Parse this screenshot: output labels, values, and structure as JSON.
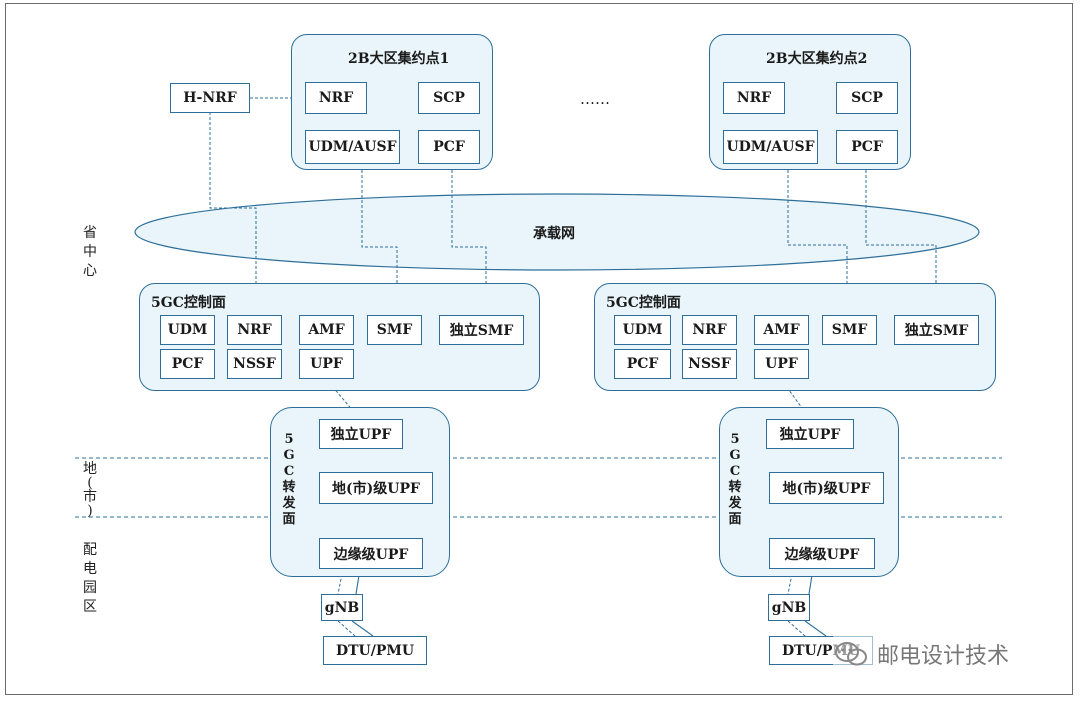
{
  "hubs": [
    {
      "title": "2B大区集约点1",
      "nrf": "NRF",
      "scp": "SCP",
      "udm": "UDM/AUSF",
      "pcf": "PCF"
    },
    {
      "title": "2B大区集约点2",
      "nrf": "NRF",
      "scp": "SCP",
      "udm": "UDM/AUSF",
      "pcf": "PCF"
    }
  ],
  "h_nrf": "H-NRF",
  "ellipsis": "……",
  "network": "承载网",
  "levels": {
    "province": "省\n中\n心",
    "city": "地\n(\n市\n)",
    "park": "配\n电\n园\n区"
  },
  "control": [
    {
      "title": "5GC控制面",
      "udm": "UDM",
      "nrf": "NRF",
      "amf": "AMF",
      "smf": "SMF",
      "ismf": "独立SMF",
      "pcf": "PCF",
      "nssf": "NSSF",
      "upf": "UPF"
    },
    {
      "title": "5GC控制面",
      "udm": "UDM",
      "nrf": "NRF",
      "amf": "AMF",
      "smf": "SMF",
      "ismf": "独立SMF",
      "pcf": "PCF",
      "nssf": "NSSF",
      "upf": "UPF"
    }
  ],
  "user_plane": [
    {
      "title": "5\nG\nC\n转\n发\n面",
      "ind": "独立UPF",
      "city": "地(市)级UPF",
      "edge": "边缘级UPF",
      "gnb": "gNB",
      "dtu": "DTU/PMU"
    },
    {
      "title": "5\nG\nC\n转\n发\n面",
      "ind": "独立UPF",
      "city": "地(市)级UPF",
      "edge": "边缘级UPF",
      "gnb": "gNB",
      "dtu": "DTU/PMU"
    }
  ],
  "watermark": "邮电设计技术",
  "colors": {
    "line": "#2d6f9a",
    "fill": "#e9f5fa"
  }
}
